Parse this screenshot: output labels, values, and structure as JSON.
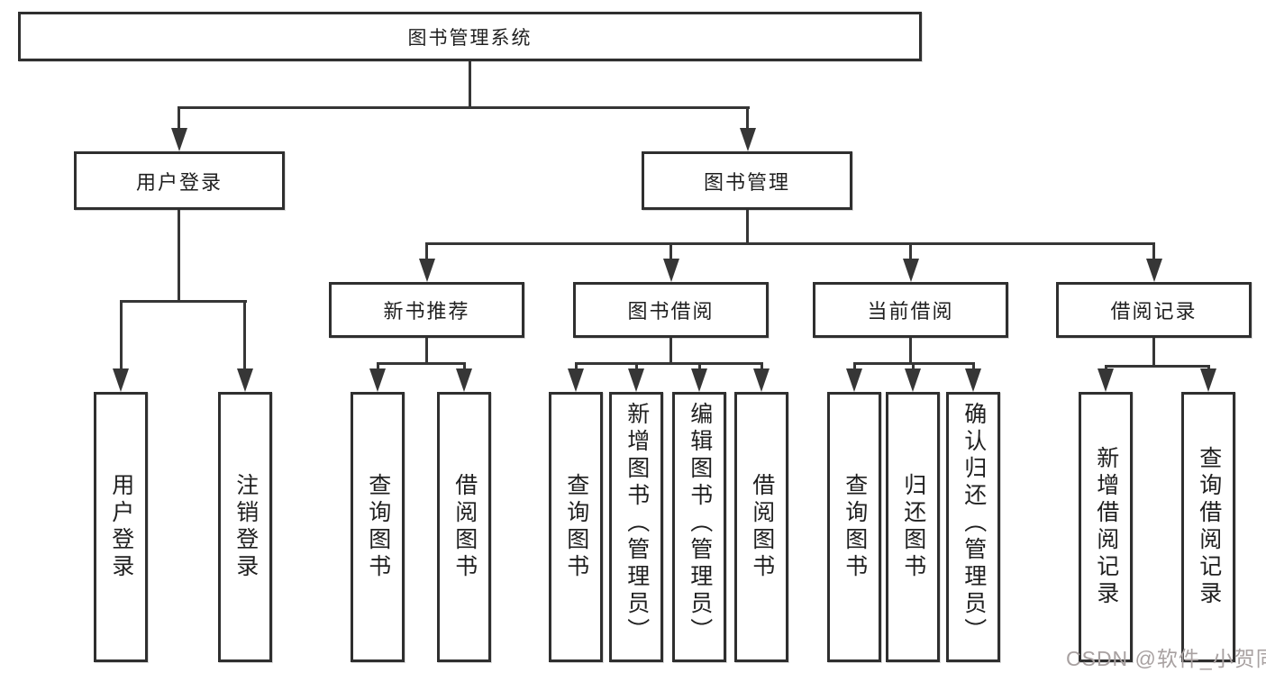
{
  "diagram": {
    "root": {
      "label": "图书管理系统"
    },
    "level2": [
      {
        "label": "用户登录"
      },
      {
        "label": "图书管理"
      }
    ],
    "level3": [
      {
        "label": "新书推荐",
        "parent": "图书管理"
      },
      {
        "label": "图书借阅",
        "parent": "图书管理"
      },
      {
        "label": "当前借阅",
        "parent": "图书管理"
      },
      {
        "label": "借阅记录",
        "parent": "图书管理"
      }
    ],
    "leaves": [
      {
        "label": "用户登录",
        "parent": "用户登录"
      },
      {
        "label": "注销登录",
        "parent": "用户登录"
      },
      {
        "label": "查询图书",
        "parent": "新书推荐"
      },
      {
        "label": "借阅图书",
        "parent": "新书推荐"
      },
      {
        "label": "查询图书",
        "parent": "图书借阅"
      },
      {
        "label": "新增图书（管理员）",
        "parent": "图书借阅"
      },
      {
        "label": "编辑图书（管理员）",
        "parent": "图书借阅"
      },
      {
        "label": "借阅图书",
        "parent": "图书借阅"
      },
      {
        "label": "查询图书",
        "parent": "当前借阅"
      },
      {
        "label": "归还图书",
        "parent": "当前借阅"
      },
      {
        "label": "确认归还（管理员）",
        "parent": "当前借阅"
      },
      {
        "label": "新增借阅记录",
        "parent": "借阅记录"
      },
      {
        "label": "查询借阅记录",
        "parent": "借阅记录"
      }
    ]
  },
  "watermark": {
    "text": "CSDN @软件_小贺同学",
    "color": "#a8a1a1"
  },
  "colors": {
    "line": "#363636",
    "border": "#2f2f2f",
    "text": "#1f1f1f",
    "background": "#ffffff"
  }
}
